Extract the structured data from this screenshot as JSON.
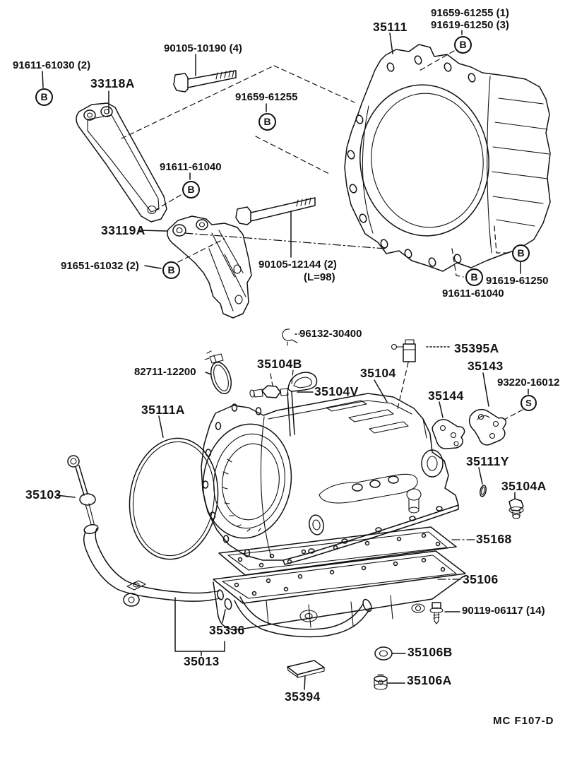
{
  "diagram": {
    "footer_code": "MC F107-D",
    "marker_b": "B",
    "marker_s": "S",
    "colors": {
      "ink": "#111111",
      "bg": "#ffffff"
    },
    "labels": {
      "l_91659_61255_1": "91659-61255 (1)",
      "l_91619_61250_3": "91619-61250 (3)",
      "l_35111": "35111",
      "l_90105_10190": "90105-10190 (4)",
      "l_91611_61030": "91611-61030 (2)",
      "l_33118a": "33118A",
      "l_91659_61255": "91659-61255",
      "l_91611_61040_upper": "91611-61040",
      "l_33119a": "33119A",
      "l_91651_61032": "91651-61032 (2)",
      "l_90105_12144": "90105-12144 (2)",
      "l_90105_12144_len": "(L=98)",
      "l_91619_61250": "91619-61250",
      "l_91611_61040_lower": "91611-61040",
      "l_96132_30400": "96132-30400",
      "l_35395a": "35395A",
      "l_82711_12200": "82711-12200",
      "l_35104b": "35104B",
      "l_35104": "35104",
      "l_35104v": "35104V",
      "l_35143": "35143",
      "l_93220_16012": "93220-16012",
      "l_35144": "35144",
      "l_35111a": "35111A",
      "l_35111y": "35111Y",
      "l_35103": "35103",
      "l_35104a": "35104A",
      "l_35168": "35168",
      "l_35106": "35106",
      "l_90119_06117": "90119-06117 (14)",
      "l_35336": "35336",
      "l_35106b": "35106B",
      "l_35013": "35013",
      "l_35106a": "35106A",
      "l_35394": "35394"
    }
  }
}
